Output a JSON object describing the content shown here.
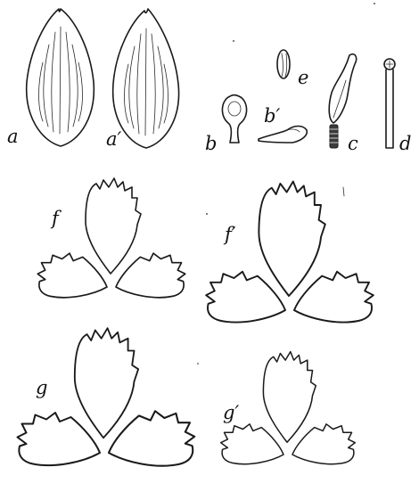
{
  "figure": {
    "labels": {
      "a": "a",
      "a_prime": "a′",
      "b": "b",
      "b_prime": "b′",
      "c": "c",
      "d": "d",
      "e": "e",
      "f": "f",
      "f_prime": "f′",
      "g": "g",
      "g_prime": "g′"
    }
  }
}
